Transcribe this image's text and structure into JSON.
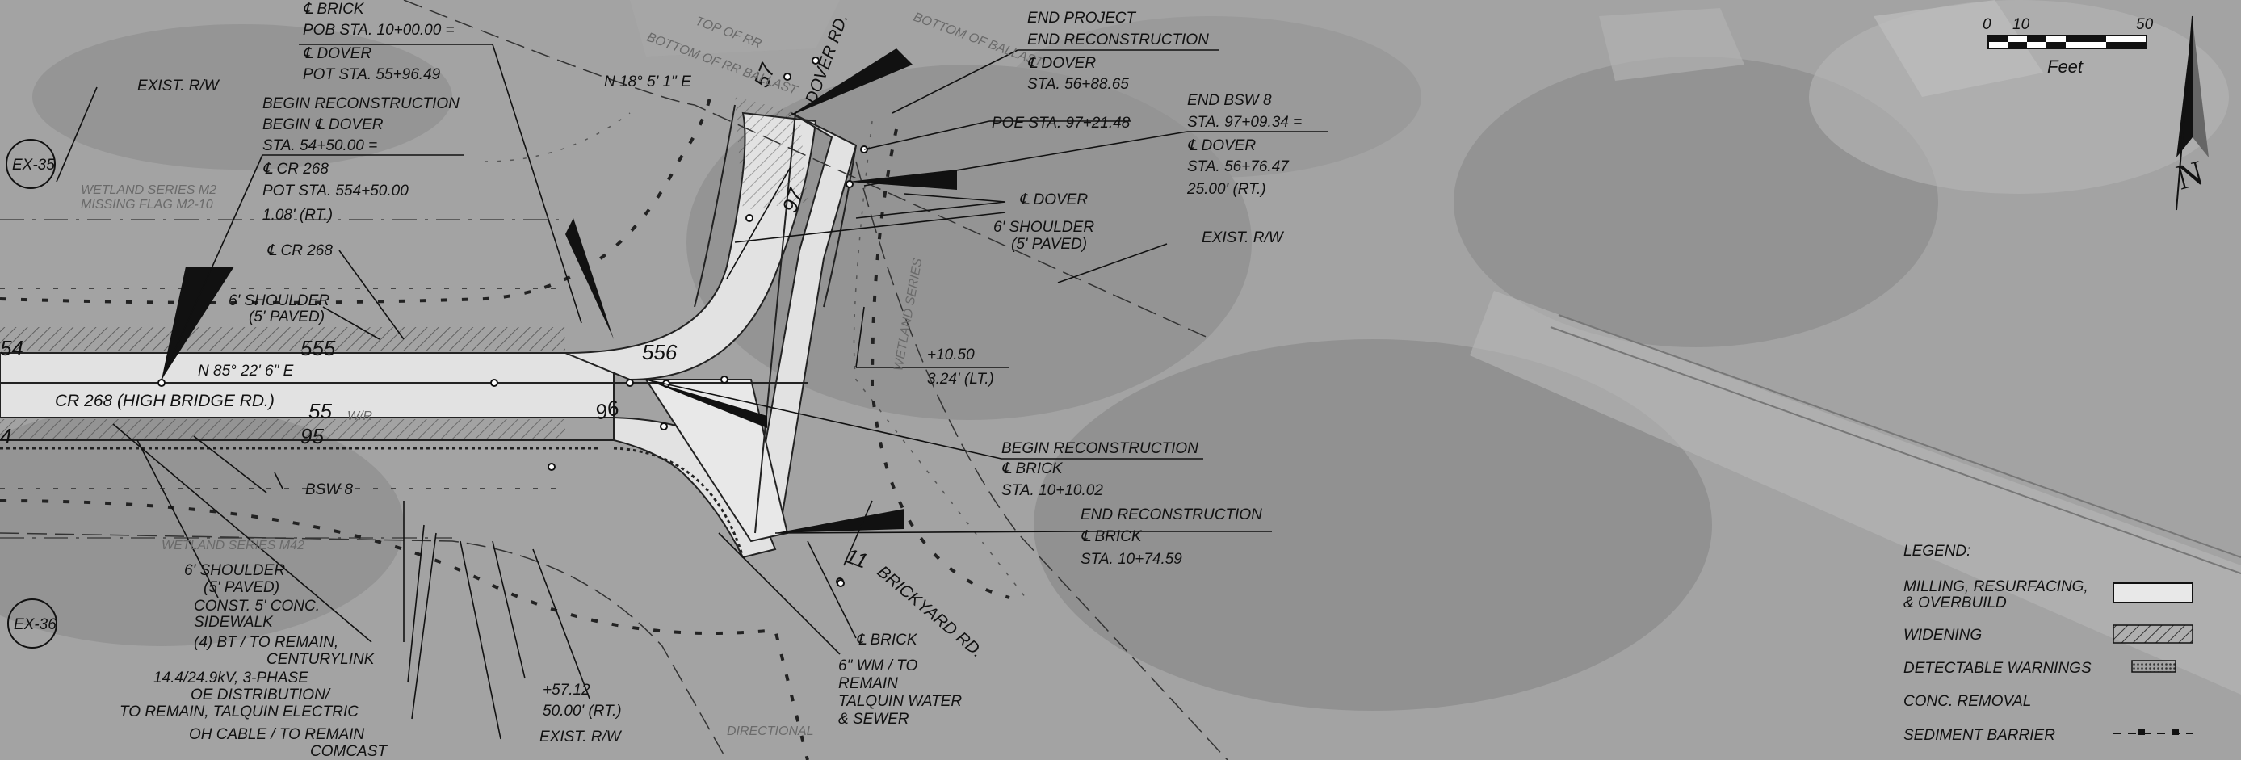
{
  "callouts": {
    "c_brick_pob": [
      "℄ BRICK",
      "POB STA. 10+00.00 =",
      "℄ DOVER",
      "POT STA. 55+96.49"
    ],
    "begin_recon_dover": [
      "BEGIN RECONSTRUCTION",
      "BEGIN ℄ DOVER",
      "STA. 54+50.00 =",
      "℄ CR 268",
      "POT STA. 554+50.00",
      "1.08' (RT.)"
    ],
    "exist_rw_top": "EXIST. R/W",
    "c_cr268": "℄ CR 268",
    "shoulder_left": [
      "6' SHOULDER",
      "(5' PAVED)"
    ],
    "end_project": [
      "END PROJECT",
      "END RECONSTRUCTION",
      "℄ DOVER",
      "STA. 56+88.65"
    ],
    "poe": "POE STA. 97+21.48",
    "end_bsw8": [
      "END BSW 8",
      "STA. 97+09.34 =",
      "℄ DOVER",
      "STA. 56+76.47",
      "25.00' (RT.)"
    ],
    "c_dover": "℄ DOVER",
    "shoulder_right": [
      "6' SHOULDER",
      "(5' PAVED)"
    ],
    "exist_rw_right": "EXIST. R/W",
    "offset_1050": [
      "+10.50",
      "3.24' (LT.)"
    ],
    "begin_recon_brick": [
      "BEGIN RECONSTRUCTION",
      "℄ BRICK",
      "STA. 10+10.02"
    ],
    "end_recon_brick": [
      "END RECONSTRUCTION",
      "℄ BRICK",
      "STA. 10+74.59"
    ],
    "c_brick_bottom": "℄ BRICK",
    "wm": [
      "6\" WM / TO",
      "REMAIN",
      "TALQUIN WATER",
      "& SEWER"
    ],
    "offset_5712": [
      "+57.12",
      "50.00' (RT.)"
    ],
    "exist_rw_bottom": "EXIST. R/W",
    "shoulder_bottom": [
      "6' SHOULDER",
      "(5' PAVED)"
    ],
    "sidewalk": [
      "CONST. 5' CONC.",
      "SIDEWALK"
    ],
    "bt": [
      "(4) BT / TO REMAIN,",
      "CENTURYLINK"
    ],
    "oe": [
      "14.4/24.9kV, 3-PHASE",
      "OE DISTRIBUTION/",
      "TO REMAIN, TALQUIN ELECTRIC"
    ],
    "oh": [
      "OH CABLE / TO REMAIN",
      "COMCAST"
    ],
    "bsw8": "BSW 8"
  },
  "road_labels": {
    "cr268": "CR 268 (HIGH BRIDGE RD.)",
    "dover": "DOVER RD.",
    "brickyard": "BRICKYARD RD.",
    "bearing_cr268": "N 85° 22' 6\" E",
    "bearing_dover": "N 18° 5' 1\" E"
  },
  "stations": [
    "54",
    "555",
    "556",
    "55",
    "95",
    "96",
    "97",
    "57",
    "11",
    "4"
  ],
  "markers": [
    "EX-35",
    "EX-36"
  ],
  "faint_labels": [
    "WETLAND SERIES M2",
    "MISSING FLAG M2-10",
    "WETLAND SERIES M42",
    "WETLAND SERIES",
    "DIRECTIONAL",
    "W/R",
    "BOTTOM OF BALLAST",
    "TOP OF RR",
    "BOTTOM OF RR BALLAST"
  ],
  "scale_bar": {
    "labels": [
      "0",
      "10",
      "50"
    ],
    "unit": "Feet"
  },
  "north_arrow": "N",
  "legend": {
    "title": "LEGEND:",
    "items": [
      {
        "label": [
          "MILLING, RESURFACING,",
          "& OVERBUILD"
        ],
        "swatch": "plain"
      },
      {
        "label": [
          "WIDENING"
        ],
        "swatch": "hatch"
      },
      {
        "label": [
          "DETECTABLE WARNINGS"
        ],
        "swatch": "dots"
      },
      {
        "label": [
          "CONC. REMOVAL"
        ],
        "swatch": "none"
      },
      {
        "label": [
          "SEDIMENT BARRIER"
        ],
        "swatch": "barrier"
      }
    ]
  }
}
